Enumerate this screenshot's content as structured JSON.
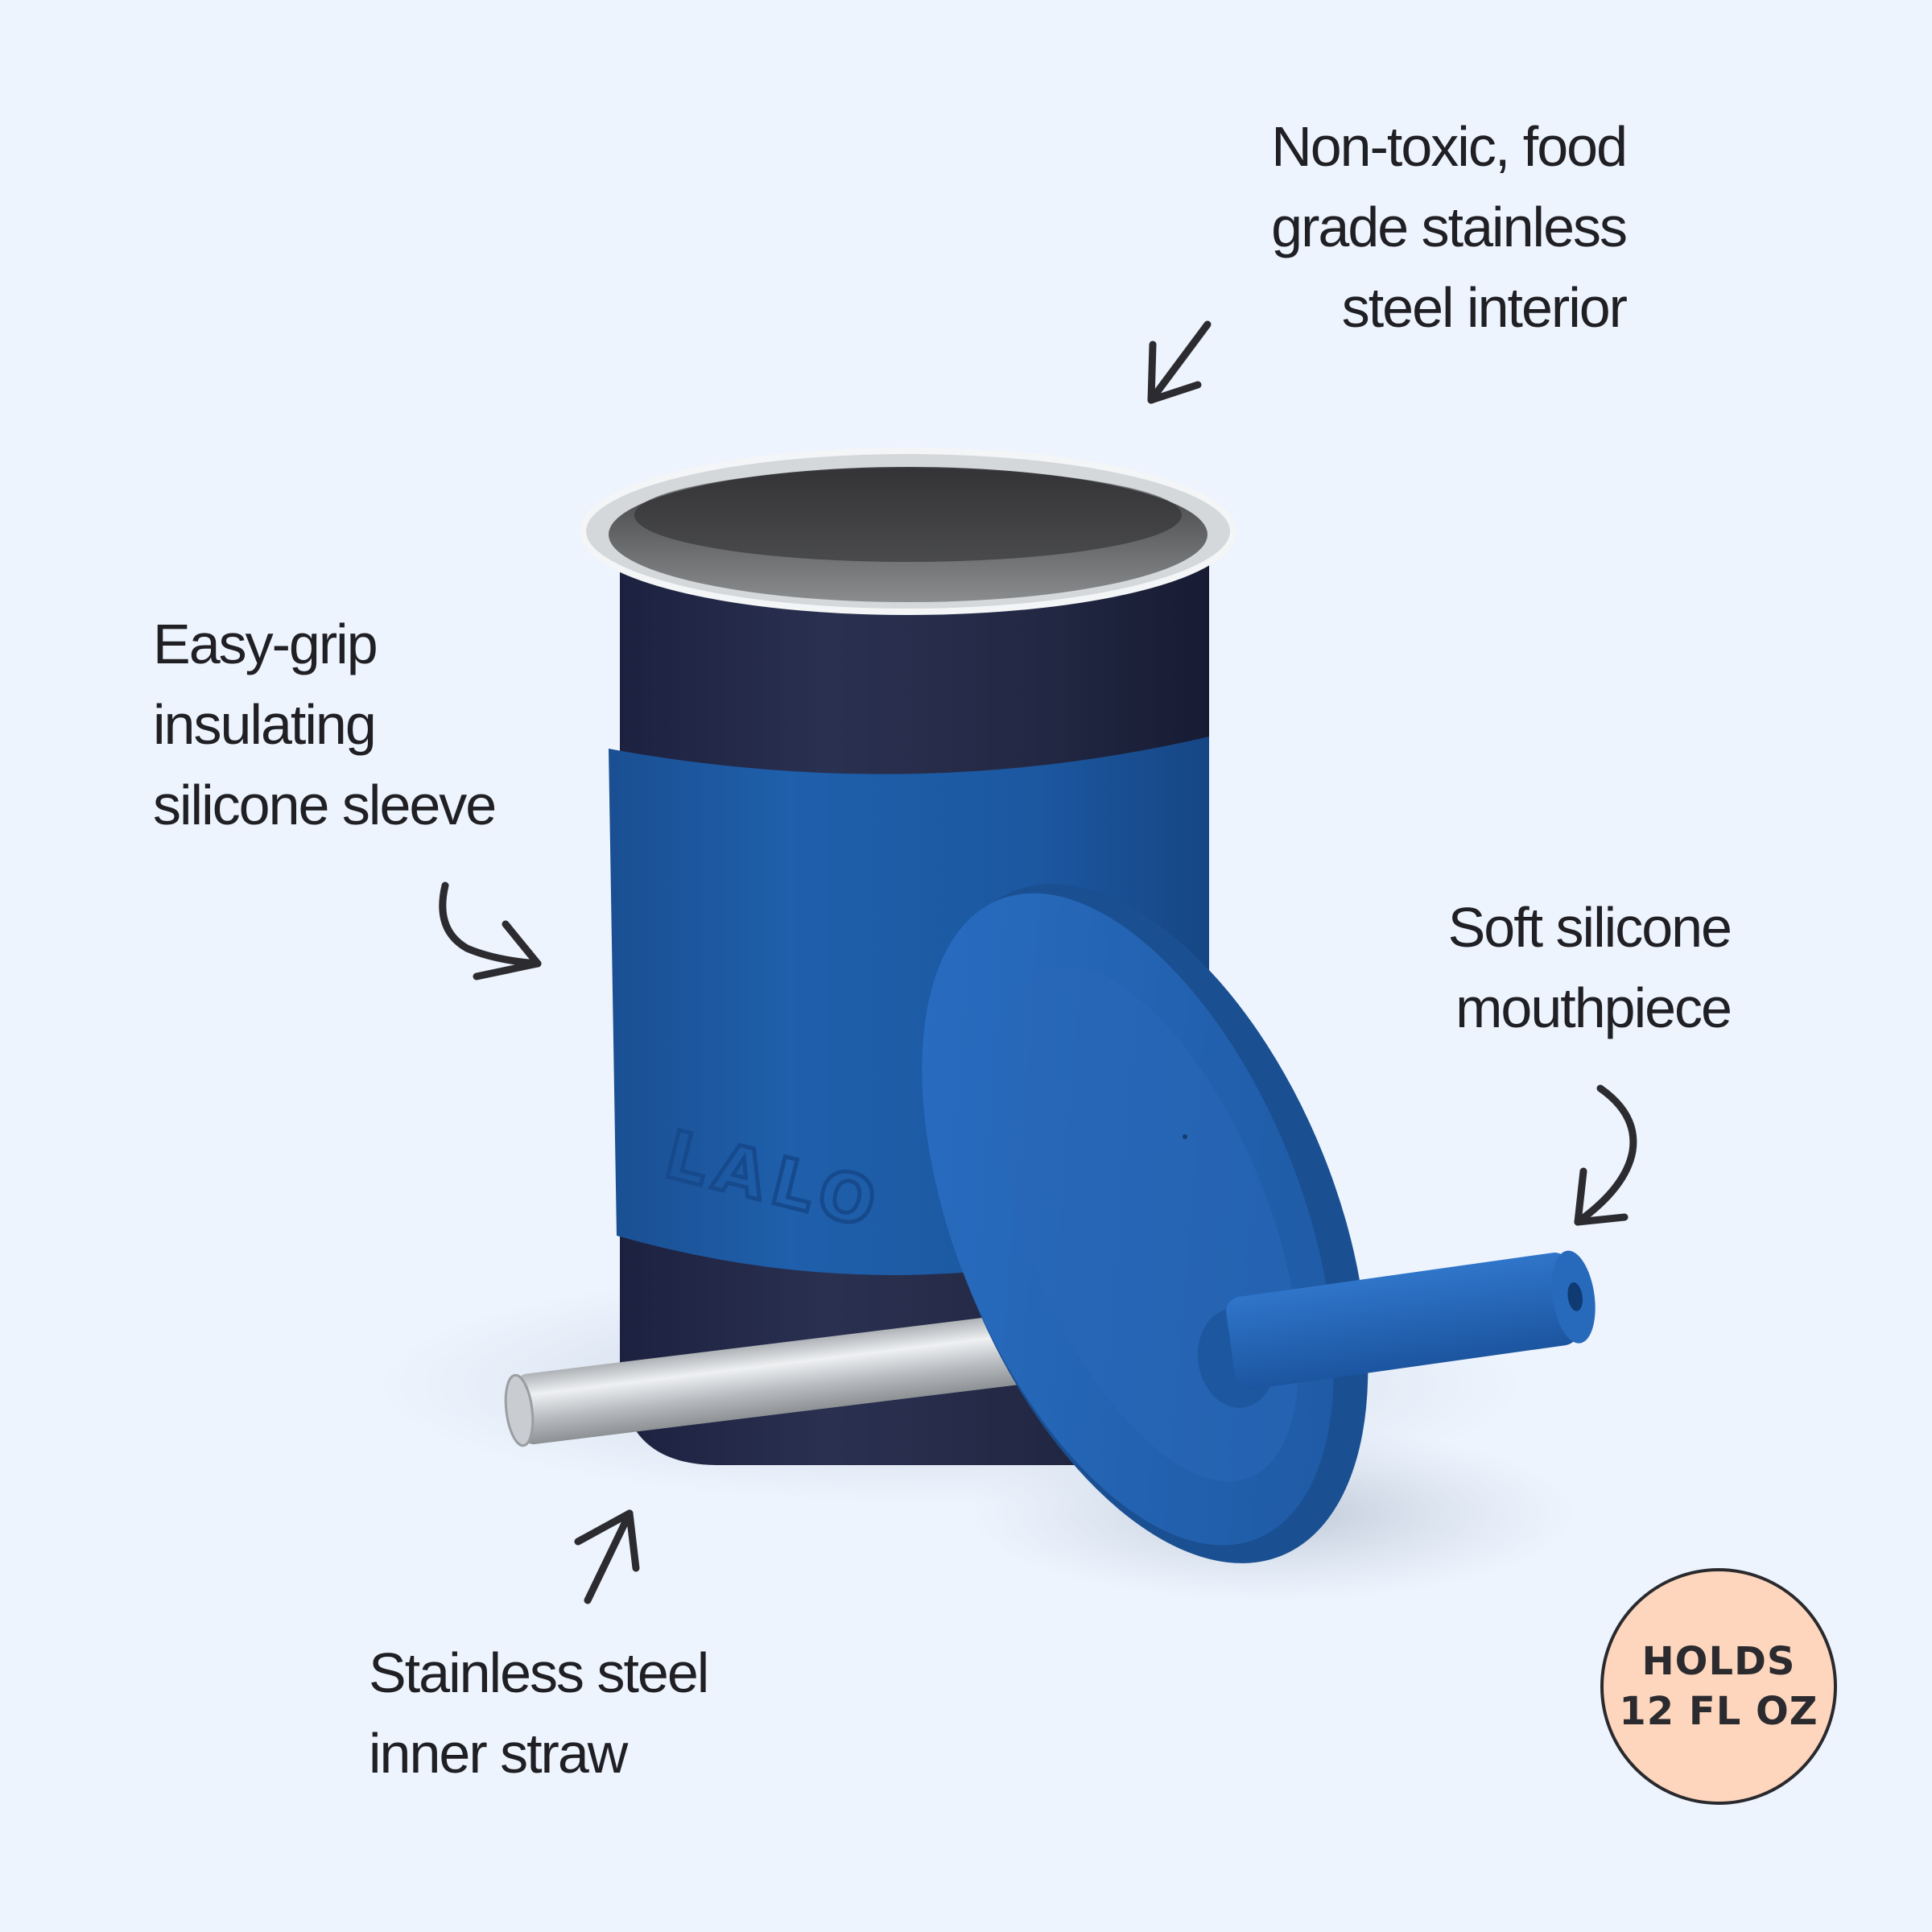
{
  "callouts": {
    "interior": [
      "Non-toxic, food",
      "grade stainless",
      "steel interior"
    ],
    "sleeve": [
      "Easy-grip",
      "insulating",
      "silicone sleeve"
    ],
    "mouthpiece": [
      "Soft silicone",
      "mouthpiece"
    ],
    "straw": [
      "Stainless steel",
      "inner straw"
    ]
  },
  "cup": {
    "brand": "LALO"
  },
  "badge": {
    "line1": "HOLDS",
    "line2": "12 FL OZ"
  },
  "colors": {
    "background": "#edf4fe",
    "cup_navy": "#222846",
    "sleeve_blue": "#1d5ba6",
    "lid_blue": "#2164b5",
    "steel": "#c4c8cc",
    "badge": "#fdd6bd"
  }
}
